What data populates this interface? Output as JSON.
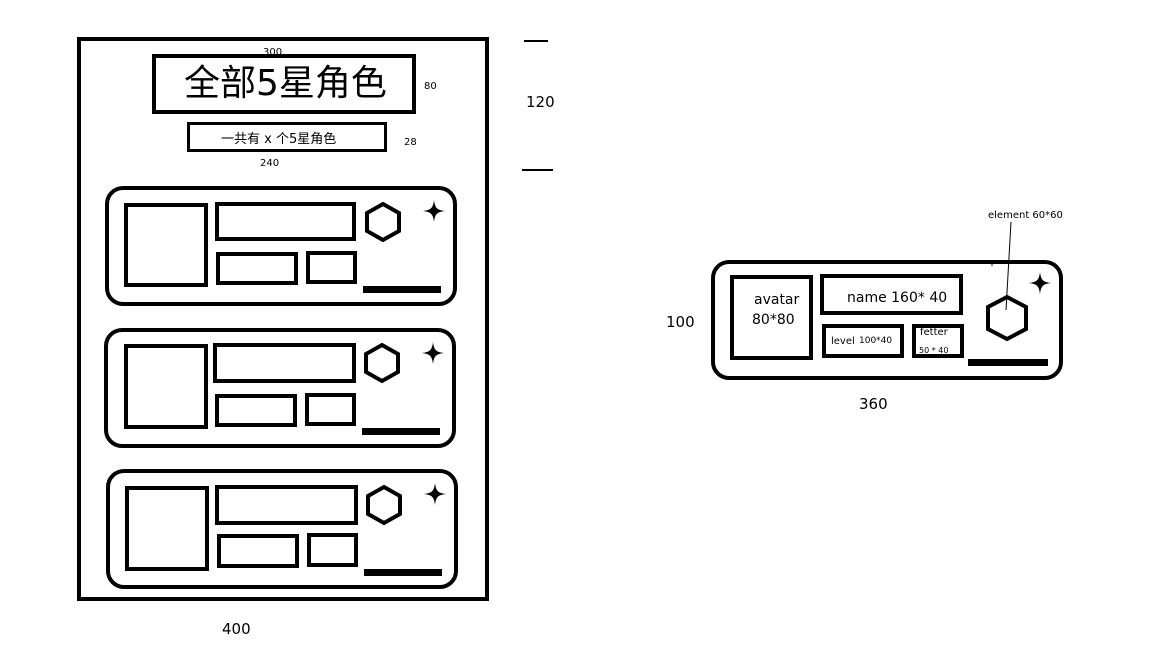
{
  "left_mockup": {
    "dim_top": "300",
    "title": "全部5星角色",
    "title_height_label": "80",
    "subtitle": "一共有 x 个5星角色",
    "subtitle_height_label": "28",
    "subtitle_width_label": "240",
    "side_height_label": "120",
    "bottom_width_label": "400",
    "card_count": 3
  },
  "detail_card": {
    "height_label": "100",
    "width_label": "360",
    "avatar_label_line1": "avatar",
    "avatar_label_line2": "80*80",
    "name_label": "name 160* 40",
    "level_label": "level",
    "level_size": "100*40",
    "fetter_label": "fetter",
    "fetter_size": "50 * 40",
    "element_label": "element 60*60"
  },
  "icons": {
    "hexagon": "element-hexagon-icon",
    "star": "four-point-star-icon"
  },
  "colors": {
    "stroke": "#000000",
    "background": "#ffffff"
  }
}
